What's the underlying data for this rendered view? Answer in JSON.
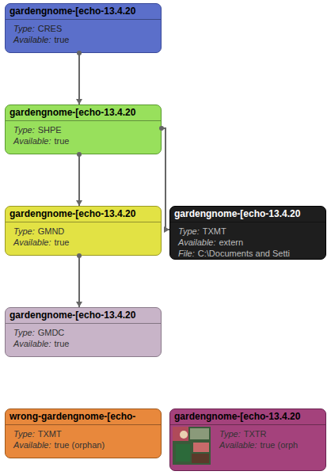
{
  "diagram": {
    "nodes": [
      {
        "text": [
          "gardengnome-[echo-13.4.20",
          "Type:",
          "CRES",
          "Available:",
          "true"
        ]
      },
      {
        "text": [
          "gardengnome-[echo-13.4.20",
          "Type:",
          "SHPE",
          "Available:",
          "true"
        ]
      },
      {
        "text": [
          "gardengnome-[echo-13.4.20",
          "Type:",
          "GMND",
          "Available:",
          "true"
        ]
      },
      {
        "text": [
          "gardengnome-[echo-13.4.20",
          "Type:",
          "TXMT",
          "Available:",
          "extern",
          "File:",
          "C:\\Documents and Setti"
        ]
      },
      {
        "text": [
          "gardengnome-[echo-13.4.20",
          "Type:",
          "GMDC",
          "Available:",
          "true"
        ]
      },
      {
        "text": [
          "wrong-gardengnome-[echo-",
          "Type:",
          "TXMT",
          "Available:",
          "true (orphan)"
        ]
      },
      {
        "text": [
          "gardengnome-[echo-13.4.20",
          "Type:",
          "TXTR",
          "Available:",
          "true (orph"
        ]
      }
    ],
    "edges": [
      {
        "from": 0,
        "to": 1,
        "arrow": "to"
      },
      {
        "from": 1,
        "to": 2,
        "arrow": "to"
      },
      {
        "from": 1,
        "to": 3,
        "arrow": "to"
      },
      {
        "from": 2,
        "to": 4,
        "arrow": "to"
      }
    ]
  }
}
